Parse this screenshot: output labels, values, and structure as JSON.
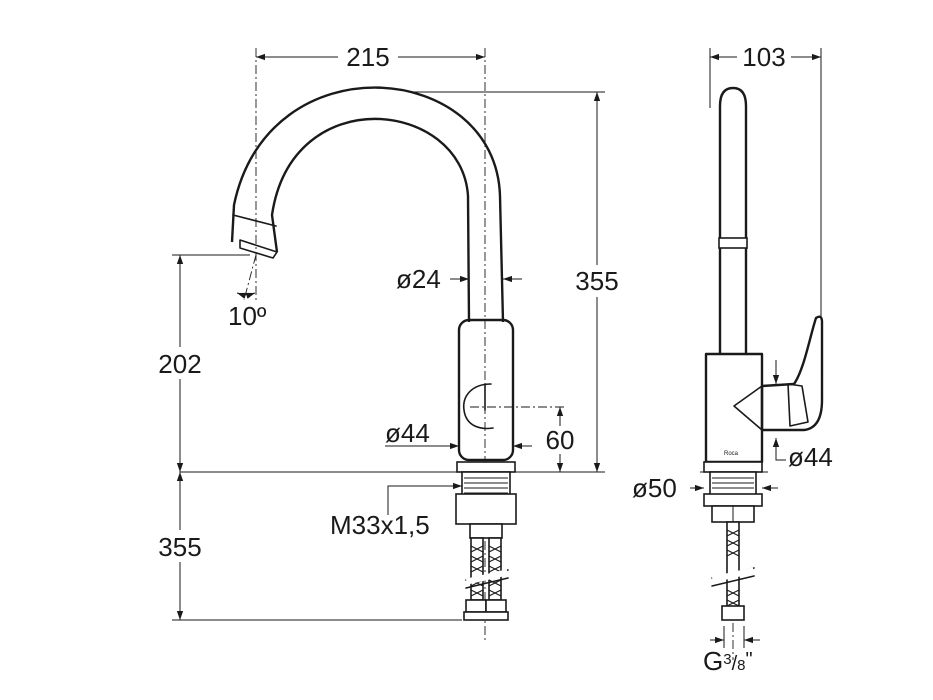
{
  "front_view": {
    "dimensions": {
      "spout_reach": "215",
      "total_height": "355",
      "spout_clearance": "202",
      "below_deck_length": "355",
      "spout_diameter": "ø24",
      "body_diameter": "ø44",
      "lever_axis_height": "60",
      "spout_tilt_angle": "10º",
      "mounting_thread": "M33x1,5"
    }
  },
  "side_view": {
    "dimensions": {
      "depth": "103",
      "body_diameter": "ø44",
      "base_diameter": "ø50",
      "connection_thread_prefix": "G",
      "connection_thread_numerator": "3",
      "connection_thread_denominator": "8",
      "connection_thread_unit": "\""
    },
    "logo": "Roca"
  },
  "icons": {
    "arrowheads": "dimension-arrow"
  }
}
